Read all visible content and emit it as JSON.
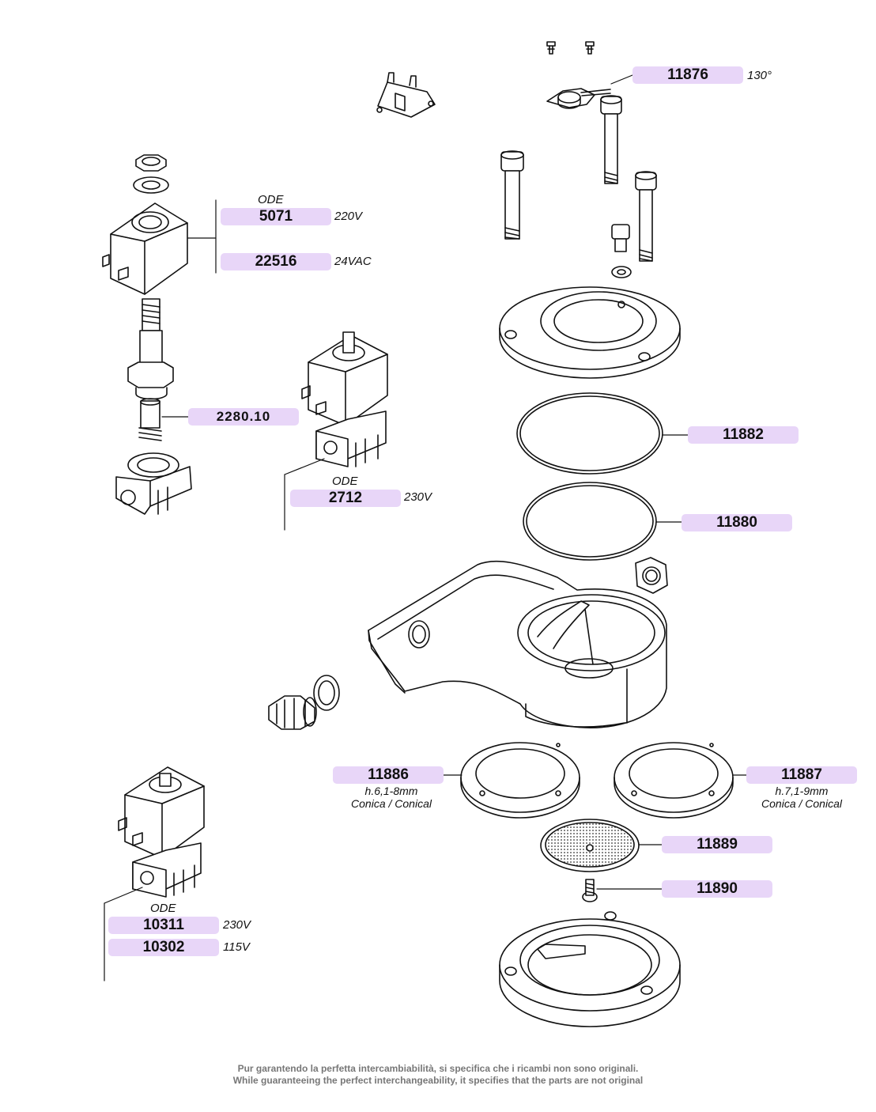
{
  "labels": {
    "p11876": "11876",
    "p11876_spec": "130°",
    "ode_a": "ODE",
    "p5071": "5071",
    "p5071_spec": "220V",
    "p22516": "22516",
    "p22516_spec": "24VAC",
    "p228010": "2280.10",
    "ode_b": "ODE",
    "p2712": "2712",
    "p2712_spec": "230V",
    "p11882": "11882",
    "p11880": "11880",
    "p11886": "11886",
    "p11886_note1": "h.6,1-8mm",
    "p11886_note2": "Conica / Conical",
    "p11887": "11887",
    "p11887_note1": "h.7,1-9mm",
    "p11887_note2": "Conica / Conical",
    "p11889": "11889",
    "p11890": "11890",
    "ode_c": "ODE",
    "p10311": "10311",
    "p10311_spec": "230V",
    "p10302": "10302",
    "p10302_spec": "115V"
  },
  "footer": {
    "line1": "Pur garantendo la perfetta intercambiabilità, si specifica che i ricambi non sono originali.",
    "line2": "While guaranteeing the perfect interchangeability, it specifies that the parts are not original"
  },
  "colors": {
    "label_bg": "#e8d6f8",
    "line": "#111111",
    "footer_text": "#777777"
  }
}
